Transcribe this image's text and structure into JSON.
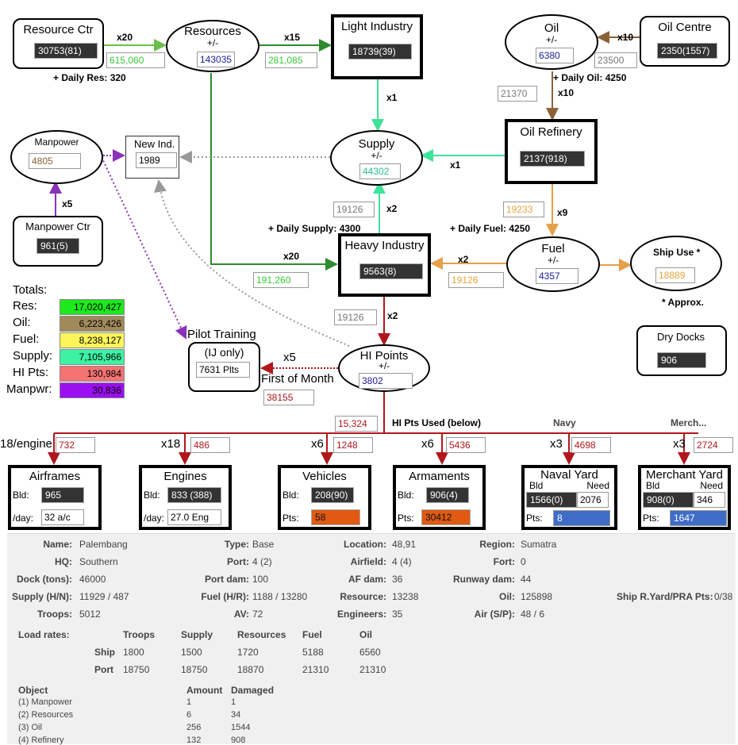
{
  "colors": {
    "resources": "#6abf4b",
    "supply": "#3fe29a",
    "oil": "#8b6238",
    "fuel": "#e6a04a",
    "hi": "#b0171c",
    "manpower": "#8a33b8",
    "gray": "#999999"
  },
  "nodes": {
    "resource_ctr": {
      "title": "Resource Ctr",
      "value": "30753(81)",
      "out": "615,060",
      "note": "+ Daily Res: 320"
    },
    "resources": {
      "title": "Resources",
      "sub": "+/-",
      "value": "143035",
      "out": "281,085"
    },
    "light_industry": {
      "title": "Light Industry",
      "value": "18739(39)"
    },
    "oil": {
      "title": "Oil",
      "sub": "+/-",
      "value": "6380",
      "in": "23500",
      "out": "21370",
      "note": "+ Daily Oil: 4250"
    },
    "oil_centre": {
      "title": "Oil Centre",
      "value": "2350(1557)"
    },
    "manpower": {
      "title": "Manpower",
      "value": "4805"
    },
    "new_ind": {
      "title": "New Ind.",
      "value": "1989"
    },
    "supply": {
      "title": "Supply",
      "sub": "+/-",
      "value": "44302",
      "in": "19126",
      "note": "+ Daily Supply: 4300"
    },
    "oil_refinery": {
      "title": "Oil Refinery",
      "value": "2137(918)",
      "out": "19233",
      "note": "+ Daily Fuel: 4250"
    },
    "manpower_ctr": {
      "title": "Manpower Ctr",
      "value": "961(5)"
    },
    "heavy_industry": {
      "title": "Heavy Industry",
      "value": "9563(8)",
      "res_in": "191,260",
      "out": "19126"
    },
    "fuel": {
      "title": "Fuel",
      "sub": "+/-",
      "value": "4357",
      "out": "19126"
    },
    "ship_use": {
      "title": "Ship Use *",
      "value": "18889",
      "note": "* Approx."
    },
    "dry_docks": {
      "title": "Dry Docks",
      "value": "906"
    },
    "pilot_training": {
      "title": "Pilot Training",
      "sub": "(IJ only)",
      "value": "7631 Plts"
    },
    "hi_points": {
      "title": "HI Points",
      "sub": "+/-",
      "value": "3802",
      "first_label": "First of Month",
      "first_value": "38155",
      "used_value": "15,324",
      "used_label": "HI Pts Used (below)"
    }
  },
  "multipliers": {
    "res_to_resources": "x20",
    "resources_to_li": "x15",
    "li_to_supply": "x1",
    "oilc_to_oil": "x10",
    "oil_to_ref": "x10",
    "ref_to_supply": "x1",
    "hi_to_supply": "x2",
    "ref_to_fuel": "x9",
    "fuel_to_hi": "x2",
    "res_to_hi": "x20",
    "mpc_to_mp": "x5",
    "hi_to_pilot": "x5",
    "hi_out": "x2"
  },
  "totals": {
    "heading": "Totals:",
    "rows": [
      {
        "label": "Res:",
        "value": "17,020,427",
        "color": "#1ee81e"
      },
      {
        "label": "Oil:",
        "value": "6,223,426",
        "color": "#a08a5a"
      },
      {
        "label": "Fuel:",
        "value": "8,238,127",
        "color": "#fdf55a"
      },
      {
        "label": "Supply:",
        "value": "7,105,966",
        "color": "#3df2a3"
      },
      {
        "label": "HI Pts:",
        "value": "130,984",
        "color": "#f57373"
      },
      {
        "label": "Manpwr:",
        "value": "30,836",
        "color": "#9b10f0"
      }
    ]
  },
  "producers": [
    {
      "title": "Airframes",
      "mult": "18/engine",
      "cost": "732",
      "bld_label": "Bld:",
      "bld": "965",
      "day_label": "/day:",
      "day": "32 a/c"
    },
    {
      "title": "Engines",
      "mult": "x18",
      "cost": "486",
      "bld_label": "Bld:",
      "bld": "833 (388)",
      "day_label": "/day:",
      "day": "27.0 Eng"
    },
    {
      "title": "Vehicles",
      "mult": "x6",
      "cost": "1248",
      "bld_label": "Bld:",
      "bld": "208(90)",
      "pts_label": "Pts:",
      "pts": "58"
    },
    {
      "title": "Armaments",
      "mult": "x6",
      "cost": "5436",
      "bld_label": "Bld:",
      "bld": "906(4)",
      "pts_label": "Pts:",
      "pts": "30412"
    },
    {
      "title": "Naval Yard",
      "header": "Navy",
      "mult": "x3",
      "cost": "4698",
      "bld_label": "Bld",
      "need_label": "Need",
      "bld": "1566(0)",
      "need": "2076",
      "pts_label": "Pts:",
      "pts": "8"
    },
    {
      "title": "Merchant Yard",
      "header": "Merch...",
      "mult": "x3",
      "cost": "2724",
      "bld_label": "Bld",
      "need_label": "Need",
      "bld": "908(0)",
      "need": "346",
      "pts_label": "Pts:",
      "pts": "1647"
    }
  ],
  "base_info": {
    "rows": [
      [
        [
          "Name:",
          "Palembang"
        ],
        [
          "Type:",
          "Base"
        ],
        [
          "Location:",
          "48,91"
        ],
        [
          "Region:",
          "Sumatra"
        ]
      ],
      [
        [
          "HQ:",
          "Southern"
        ],
        [
          "Port:",
          "4 (2)"
        ],
        [
          "Airfield:",
          "4 (4)"
        ],
        [
          "Fort:",
          "0"
        ]
      ],
      [
        [
          "Dock (tons):",
          "46000"
        ],
        [
          "Port dam:",
          "100"
        ],
        [
          "AF dam:",
          "36"
        ],
        [
          "Runway dam:",
          "44"
        ]
      ],
      [
        [
          "Supply (H/N):",
          "11929 / 487"
        ],
        [
          "Fuel (H/R):",
          "1188 / 13280"
        ],
        [
          "Resource:",
          "13238"
        ],
        [
          "Oil:",
          "125898"
        ]
      ],
      [
        [
          "Troops:",
          "5012"
        ],
        [
          "AV:",
          "72"
        ],
        [
          "Engineers:",
          "35"
        ],
        [
          "Air (S/P):",
          "48 / 6"
        ]
      ]
    ],
    "ship_label": "Ship R.Yard/PRA Pts:",
    "ship_value": "0/38",
    "load_rates": {
      "label": "Load rates:",
      "headers": [
        "Troops",
        "Supply",
        "Resources",
        "Fuel",
        "Oil"
      ],
      "rows": [
        {
          "label": "Ship",
          "values": [
            "1800",
            "1500",
            "1720",
            "5188",
            "6560"
          ]
        },
        {
          "label": "Port",
          "values": [
            "18750",
            "18750",
            "18870",
            "21310",
            "21310"
          ]
        }
      ]
    },
    "objects": {
      "headers": [
        "Object",
        "Amount",
        "Damaged"
      ],
      "rows": [
        [
          "(1) Manpower",
          "1",
          "1"
        ],
        [
          "(2) Resources",
          "6",
          "34"
        ],
        [
          "(3) Oil",
          "256",
          "1544"
        ],
        [
          "(4) Refinery",
          "132",
          "908"
        ]
      ]
    }
  }
}
